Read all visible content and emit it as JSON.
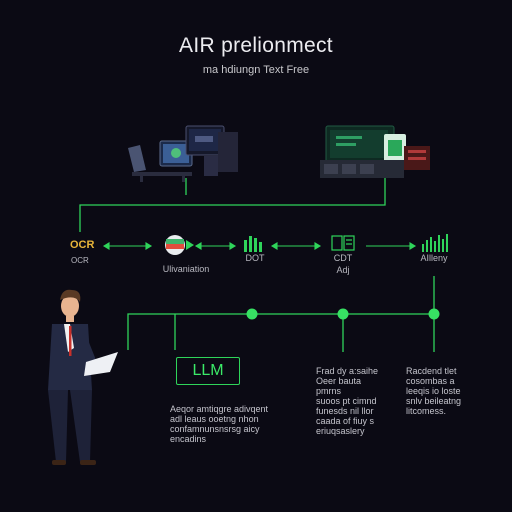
{
  "header": {
    "title": "AIR prelionmect",
    "subtitle": "ma hdiungn Text Free"
  },
  "nodes": {
    "ocr_label": "OCR",
    "ocr_sub": "OCR",
    "mid_label": "Ulivaniation",
    "dot_label": "DOT",
    "cdt_label": "CDT",
    "cdt_sub": "Adj",
    "ab_label": "AIlleny"
  },
  "llm": {
    "box_label": "LLM",
    "description": "Aeqor amtiqgre adivqent\nadl leaus ooetng nhon\nconfamnunsnsrsg aicy\nencadins"
  },
  "columns": {
    "mid_text": "Frad dy a:saihe\nOeer bauta pmrns\nsuoos pt cimnd\nfunesds nil llor\ncaada of fiuy s\neriuqsaslery",
    "right_text": "Racdend tlet\ncosombas a\nleeqis io loste\nsnlv beileatng\nlitcomess."
  },
  "colors": {
    "background": "#0b0a14",
    "accent_green": "#2fd45a",
    "ocr_orange": "#e8b53a"
  }
}
